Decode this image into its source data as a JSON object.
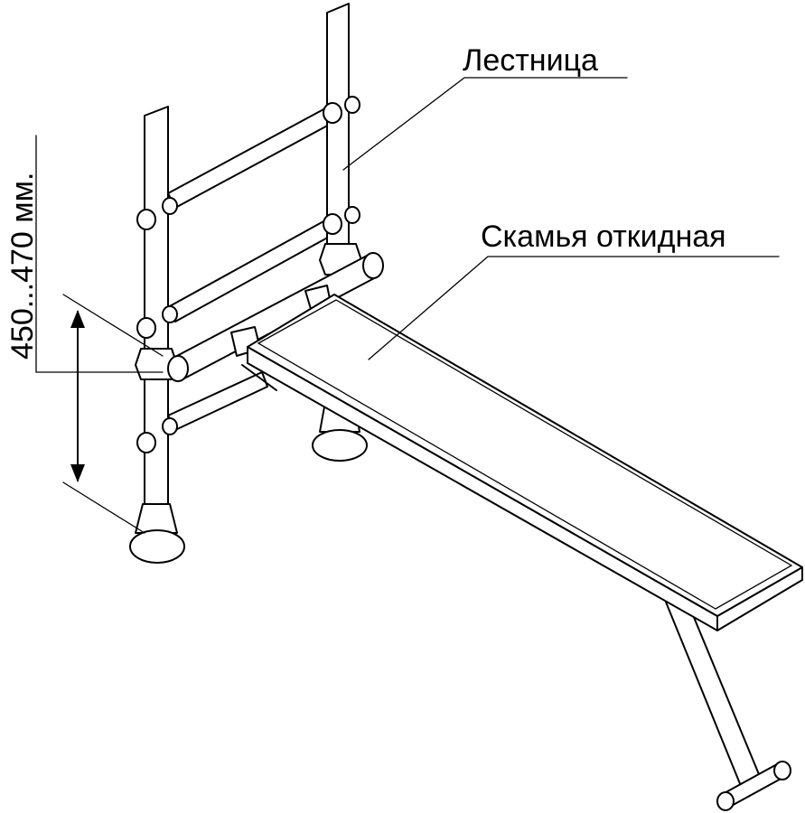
{
  "labels": {
    "ladder": "Лестница",
    "bench": "Скамья откидная",
    "dimension": "450...470 мм."
  }
}
